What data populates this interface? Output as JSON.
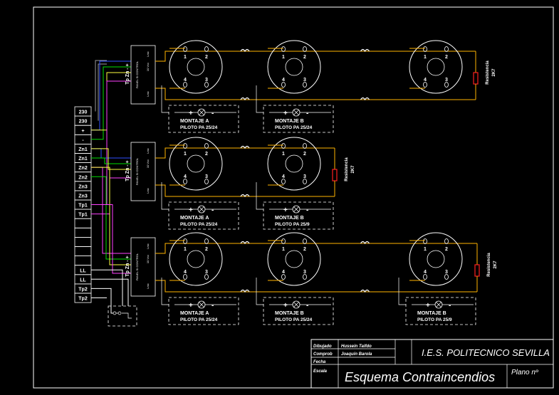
{
  "terminal_block": {
    "labels": [
      "230",
      "230",
      "+",
      "-",
      "Zn1",
      "Zn1",
      "Zn2",
      "Zn2",
      "Zn3",
      "Zn3",
      "Tp1",
      "Tp1",
      "",
      "",
      "",
      "",
      "",
      "LL",
      "LL",
      "Tp2",
      "Tp2"
    ]
  },
  "control_module": {
    "name": "PANEL SI CONTROL",
    "side_label": "Tp Zn - +",
    "lines_label": "Lmc",
    "right_label": "10 Vcc",
    "lmc_label": "Lmc"
  },
  "detector": {
    "terminals": [
      "1",
      "2",
      "4",
      "3"
    ]
  },
  "rows": [
    {
      "pilots": [
        {
          "mount": "MONTAJE A",
          "pilot": "PILOTO PA 25/24"
        },
        {
          "mount": "MONTAJE B",
          "pilot": "PILOTO PA 25/24"
        }
      ],
      "resistance": [
        "Resistencia",
        "2K7"
      ]
    },
    {
      "pilots": [
        {
          "mount": "MONTAJE A",
          "pilot": "PILOTO PA 25/24"
        },
        {
          "mount": "MONTAJE B",
          "pilot": "PILOTO PA 25/9"
        }
      ],
      "resistance": [
        "Resistencia",
        "2K7"
      ]
    },
    {
      "pilots": [
        {
          "mount": "MONTAJE A",
          "pilot": "PILOTO PA 25/24"
        },
        {
          "mount": "MONTAJE B",
          "pilot": "PILOTO PA 25/24"
        },
        {
          "mount": "MONTAJE B",
          "pilot": "PILOTO PA 25/9"
        }
      ],
      "resistance": [
        "Resistencia",
        "2K7"
      ]
    }
  ],
  "title_block": {
    "dibujado_label": "Dibujado",
    "dibujado_value": "Hussein Taifdo",
    "comprob_label": "Comprob",
    "comprob_value": "Joaquín Barola",
    "fecha_label": "Fecha",
    "escala_label": "Escala",
    "school": "I.E.S. POLITECNICO SEVILLA",
    "title": "Esquema Contraincendios",
    "plano": "Plano nº"
  },
  "colors": {
    "background": "#000000",
    "lines": "#ffffff",
    "detector_wire": "#ffb400",
    "green_wire": "#00e000",
    "blue_wire": "#3050ff",
    "magenta_wire": "#ff40ff",
    "yellow_wire": "#ffff40",
    "resistor": "#ff2020",
    "loop_wire": "#9a9a9a"
  }
}
